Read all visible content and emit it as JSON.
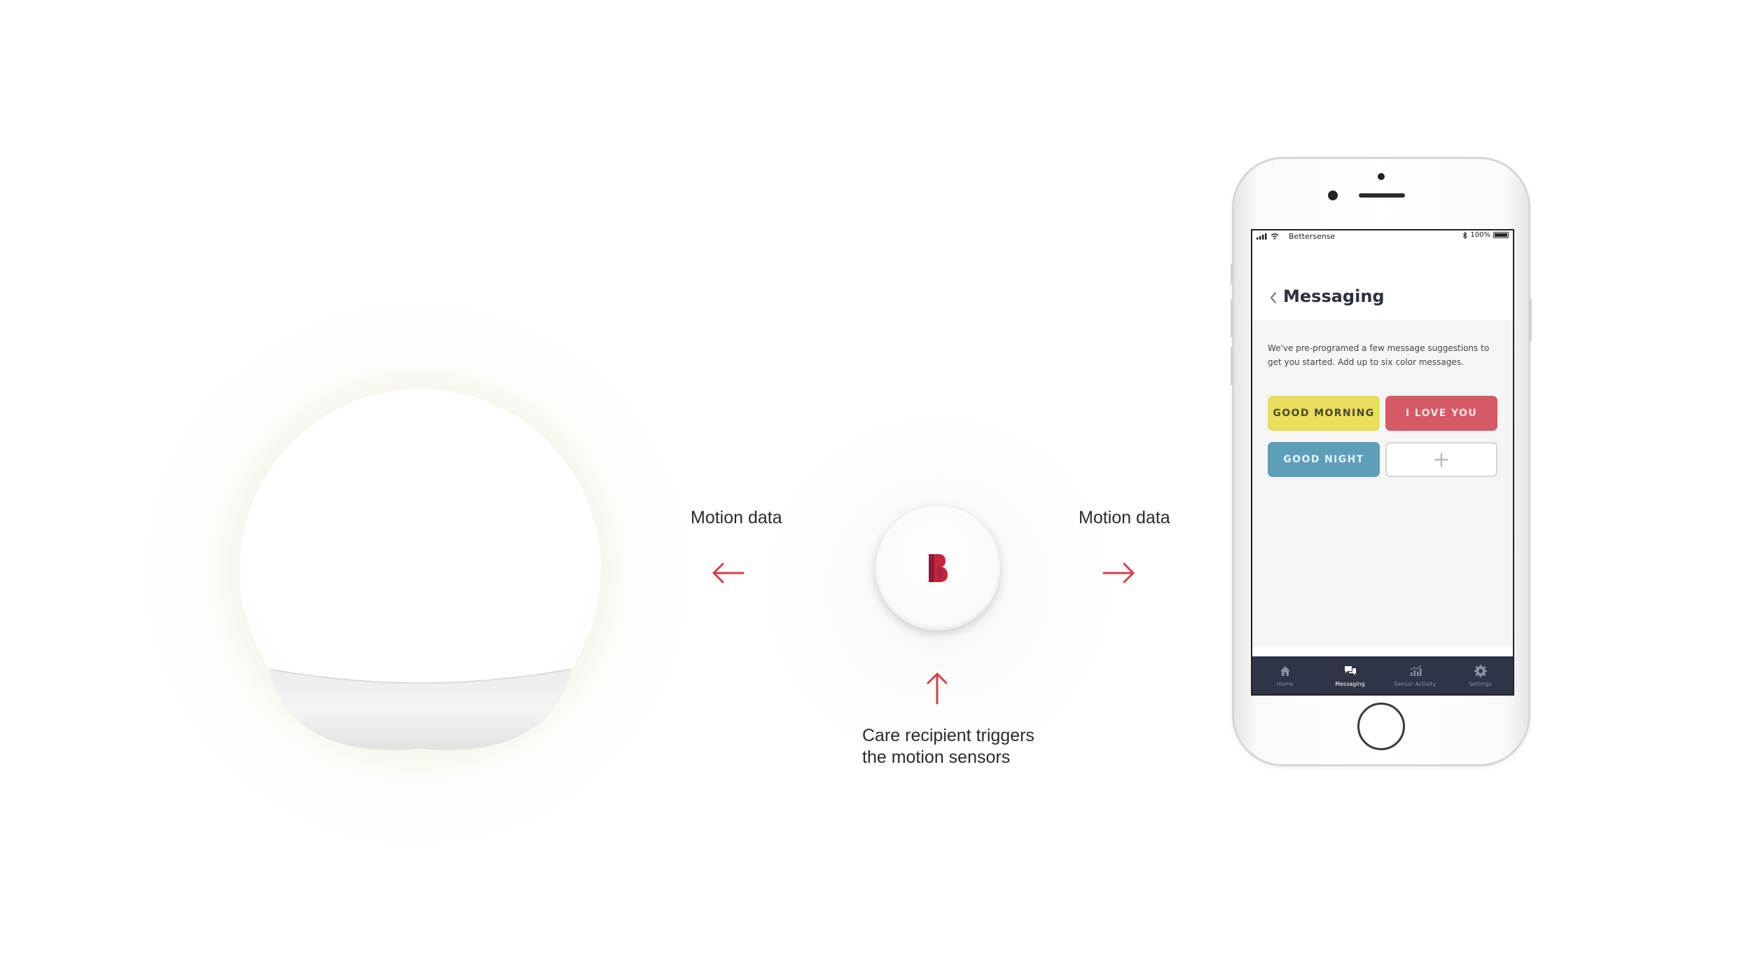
{
  "diagram": {
    "left_label": "Motion data",
    "right_label": "Motion data",
    "bottom_label_line1": "Care recipient triggers",
    "bottom_label_line2": "the motion sensors",
    "arrow_color": "#d0404a",
    "hub_logo_letter": "B",
    "hub_logo_color": "#c4263e"
  },
  "phone": {
    "status": {
      "carrier": "Bettersense",
      "battery": "100%"
    },
    "header": {
      "back_icon": "chevron-left-icon",
      "title": "Messaging"
    },
    "intro_text": "We've pre-programed a few message suggestions to get you started. Add up to six color messages.",
    "messages": [
      {
        "label": "GOOD MORNING",
        "color": "#e9de5d"
      },
      {
        "label": "I LOVE YOU",
        "color": "#d55a66"
      },
      {
        "label": "GOOD NIGHT",
        "color": "#5d9fb9"
      }
    ],
    "add_button_glyph": "+",
    "tabs": [
      {
        "label": "Home",
        "icon": "home-icon",
        "active": false
      },
      {
        "label": "Messaging",
        "icon": "chat-icon",
        "active": true
      },
      {
        "label": "Sensor Activity",
        "icon": "activity-icon",
        "active": false
      },
      {
        "label": "Settings",
        "icon": "gear-icon",
        "active": false
      }
    ]
  }
}
